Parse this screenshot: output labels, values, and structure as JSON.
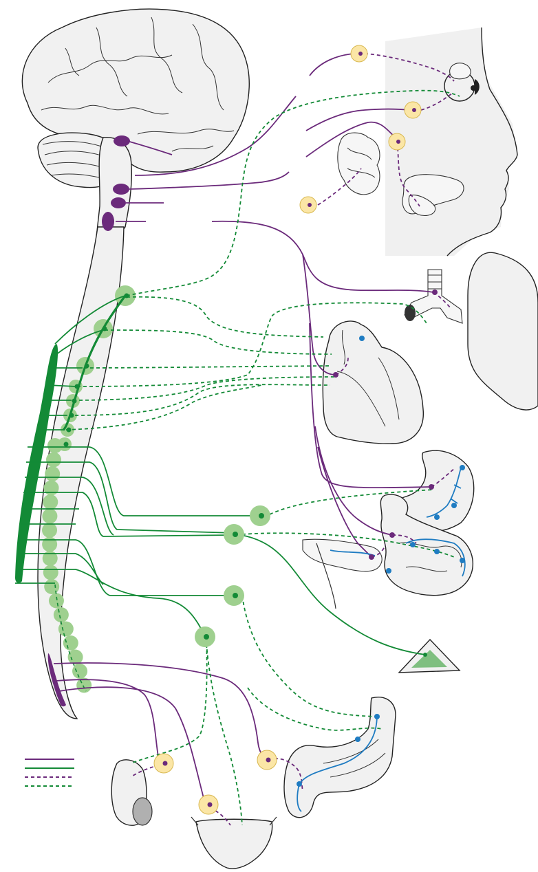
{
  "colors": {
    "parasympathetic": "#6b2a7b",
    "sympathetic": "#138a36",
    "sympathetic_chain": "#9fd08f",
    "parasympathetic_ganglion": "#fbe6a6",
    "enteric": "#1f7cc2",
    "organ_fill": "#f1f1f1",
    "organ_stroke": "#222222"
  },
  "legend": {
    "entries": [
      {
        "id": "para-pre",
        "color": "#6b2a7b",
        "style": "solid"
      },
      {
        "id": "symp-pre",
        "color": "#138a36",
        "style": "solid"
      },
      {
        "id": "para-post",
        "color": "#6b2a7b",
        "style": "dashed"
      },
      {
        "id": "symp-post",
        "color": "#138a36",
        "style": "dashed"
      }
    ]
  },
  "structures": [
    "brain",
    "cerebellum",
    "brainstem",
    "spinal-cord",
    "sympathetic-chain",
    "eye",
    "lacrimal-gland",
    "parotid-gland",
    "submandibular-gland",
    "lungs",
    "bronchi",
    "heart",
    "stomach",
    "small-intestine",
    "adrenal-gland",
    "large-intestine",
    "reproductive-organ",
    "bladder"
  ]
}
